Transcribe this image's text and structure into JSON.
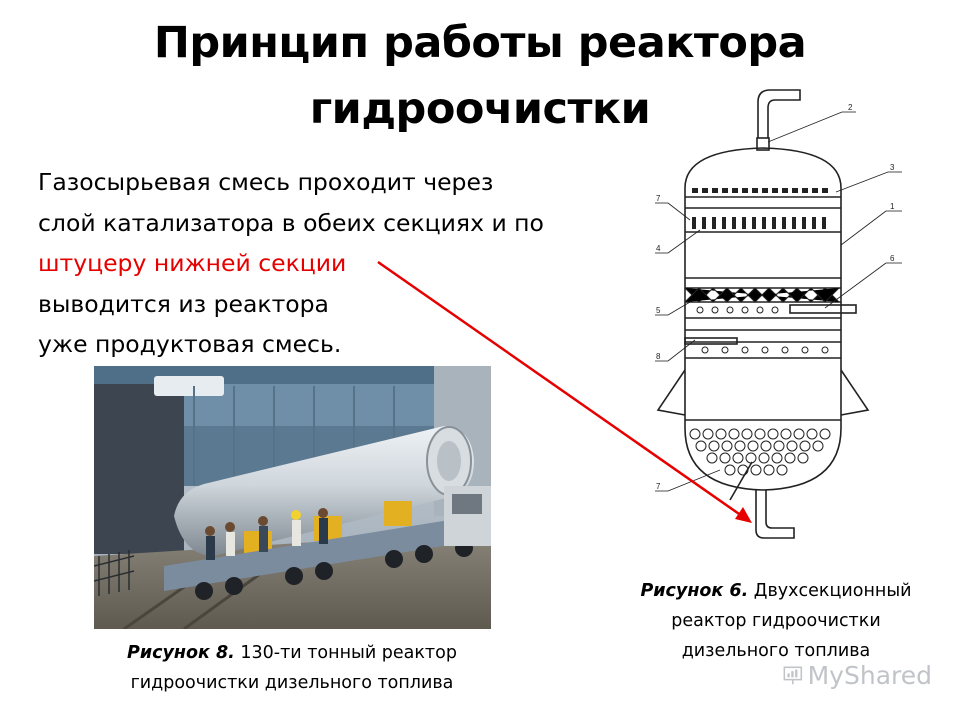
{
  "slide": {
    "title_line1": "Принцип работы реактора",
    "title_line2": "гидроочистки",
    "text": {
      "line1_words": [
        "Газосырьевая",
        "смесь",
        "проходит",
        "через"
      ],
      "line2": "слой катализатора в обеих секциях и по",
      "line3_red": "штуцеру нижней секции",
      "line4": "выводится из реактора",
      "line5": "уже продуктовая смесь."
    },
    "highlight_color": "#e60000"
  },
  "figure6": {
    "caption_label": "Рисунок 6.",
    "caption_line1_rest": " Двухсекционный",
    "caption_line2": "реактор гидроочистки",
    "caption_line3": "дизельного топлива",
    "callouts": [
      "2",
      "3",
      "1",
      "7",
      "4",
      "6",
      "5",
      "8",
      "7"
    ]
  },
  "figure8": {
    "caption_label": "Рисунок 8.",
    "caption_line1_rest": " 130-ти тонный реактор",
    "caption_line2": "гидроочистки дизельного топлива"
  },
  "watermark": {
    "text": "MyShared"
  }
}
